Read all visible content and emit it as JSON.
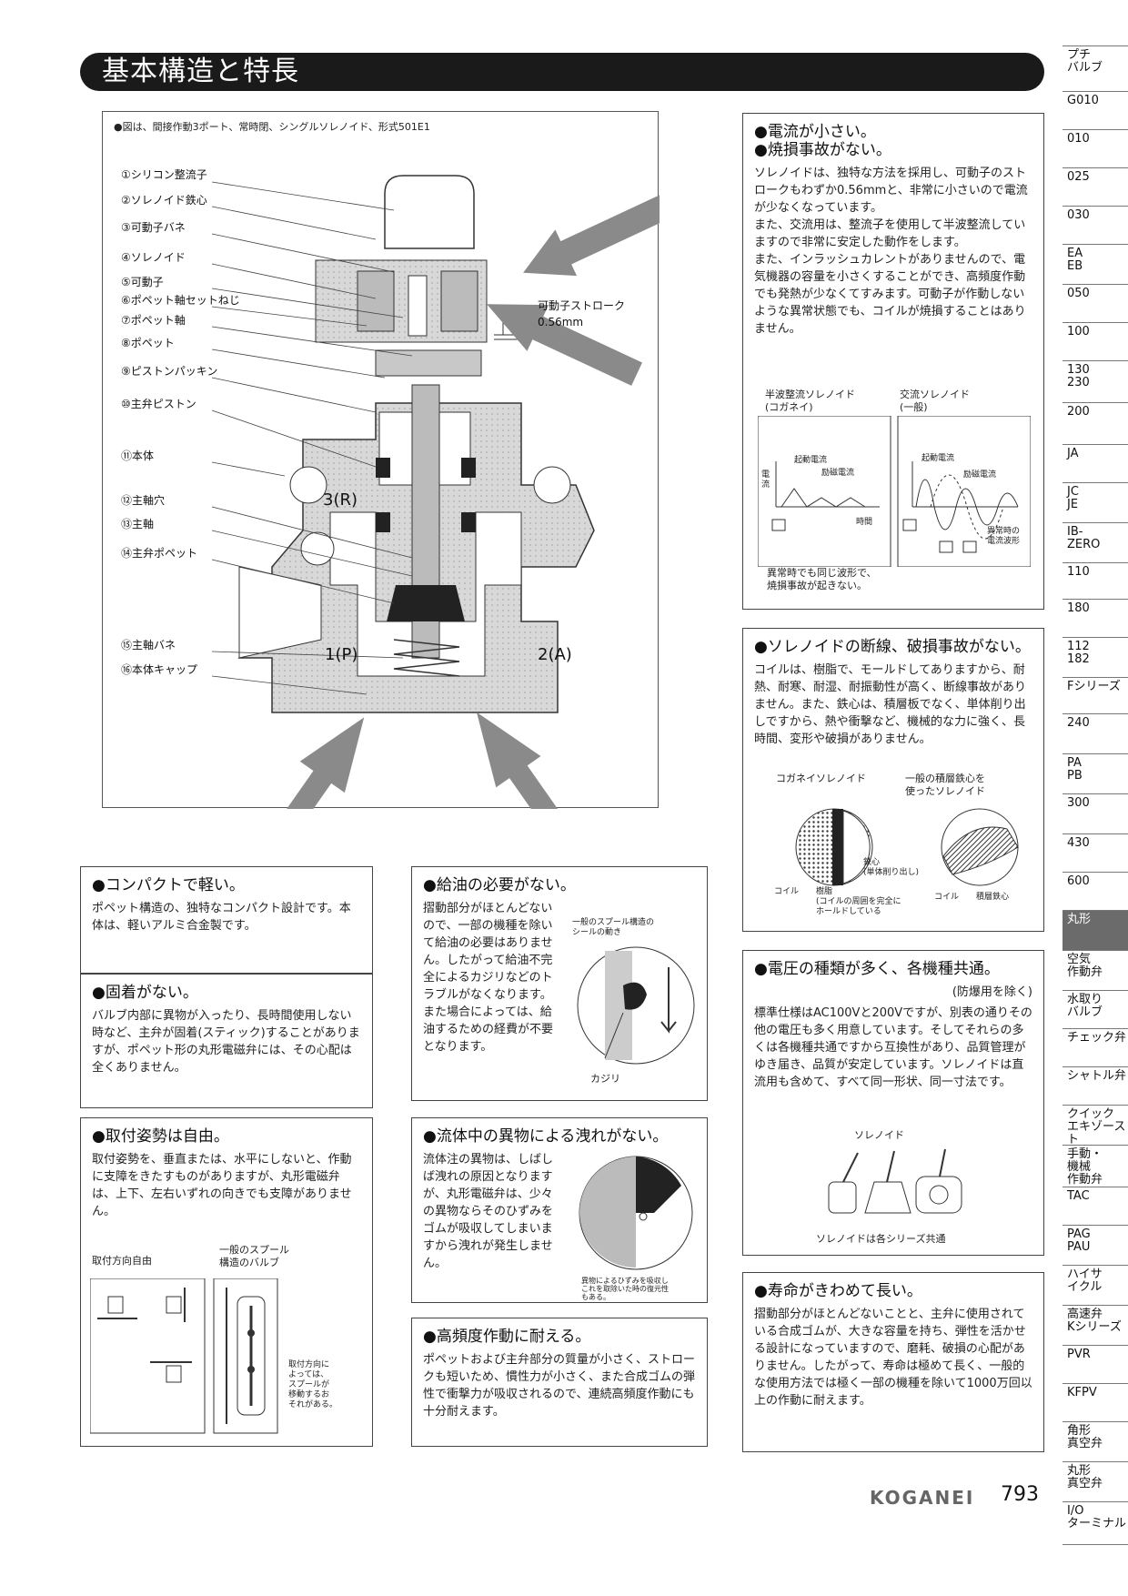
{
  "page": {
    "title": "基本構造と特長",
    "brand": "KOGANEI",
    "page_number": "793"
  },
  "side_tabs": [
    {
      "label": "プチ\nバルブ",
      "active": false
    },
    {
      "label": "G010",
      "active": false
    },
    {
      "label": "010",
      "active": false
    },
    {
      "label": "025",
      "active": false
    },
    {
      "label": "030",
      "active": false
    },
    {
      "label": "EA\nEB",
      "active": false
    },
    {
      "label": "050",
      "active": false
    },
    {
      "label": "100",
      "active": false
    },
    {
      "label": "130\n230",
      "active": false
    },
    {
      "label": "200",
      "active": false
    },
    {
      "label": "JA",
      "active": false
    },
    {
      "label": "JC\nJE",
      "active": false
    },
    {
      "label": "IB-\nZERO",
      "active": false
    },
    {
      "label": "110",
      "active": false
    },
    {
      "label": "180",
      "active": false
    },
    {
      "label": "112\n182",
      "active": false
    },
    {
      "label": "Fシリーズ",
      "active": false
    },
    {
      "label": "240",
      "active": false
    },
    {
      "label": "PA\nPB",
      "active": false
    },
    {
      "label": "300",
      "active": false
    },
    {
      "label": "430",
      "active": false
    },
    {
      "label": "600",
      "active": false
    },
    {
      "label": "丸形",
      "active": true
    },
    {
      "label": "空気\n作動弁",
      "active": false
    },
    {
      "label": "水取り\nバルブ",
      "active": false
    },
    {
      "label": "チェック弁",
      "active": false
    },
    {
      "label": "シャトル弁",
      "active": false
    },
    {
      "label": "クイック\nエキゾースト",
      "active": false
    },
    {
      "label": "手動・\n機械\n作動弁",
      "active": false
    },
    {
      "label": "TAC",
      "active": false
    },
    {
      "label": "PAG\nPAU",
      "active": false
    },
    {
      "label": "ハイサ\nイクル",
      "active": false
    },
    {
      "label": "高速弁\nKシリーズ",
      "active": false
    },
    {
      "label": "PVR",
      "active": false
    },
    {
      "label": "KFPV",
      "active": false
    },
    {
      "label": "角形\n真空弁",
      "active": false
    },
    {
      "label": "丸形\n真空弁",
      "active": false
    },
    {
      "label": "I/O\nターミナル",
      "active": false
    }
  ],
  "diagram": {
    "caption": "●図は、間接作動3ポート、常時閉、シングルソレノイド、形式501E1",
    "parts": [
      "①シリコン整流子",
      "②ソレノイド鉄心",
      "③可動子バネ",
      "④ソレノイド",
      "⑤可動子",
      "⑥ポペット軸セットねじ",
      "⑦ポペット軸",
      "⑧ポペット",
      "⑨ピストンパッキン",
      "⑩主弁ピストン",
      "⑪本体",
      "⑫主軸穴",
      "⑬主軸",
      "⑭主弁ポペット",
      "⑮主軸バネ",
      "⑯本体キャップ"
    ],
    "stroke_label": "可動子ストローク",
    "stroke_value": "0.56mm",
    "port_r": "3(R)",
    "port_p": "1(P)",
    "port_a": "2(A)"
  },
  "features": {
    "current": {
      "title_1": "●電流が小さい。",
      "title_2": "●焼損事故がない。",
      "text": "ソレノイドは、独特な方法を採用し、可動子のストロークもわずか0.56mmと、非常に小さいので電流が少なくなっています。\nまた、交流用は、整流子を使用して半波整流していますので非常に安定した動作をします。\nまた、インラッシュカレントがありませんので、電気機器の容量を小さくすることができ、高頻度作動でも発熱が少なくてすみます。可動子が作動しないような異常状態でも、コイルが焼損することはありません。",
      "fig_left_title": "半波整流ソレノイド\n(コガネイ)",
      "fig_right_title": "交流ソレノイド\n(一般)",
      "fig_left_startup": "起動電流",
      "fig_left_exciting": "励磁電流",
      "fig_left_axis_y": "電\n流",
      "fig_left_axis_x": "時間",
      "fig_right_startup": "起動電流",
      "fig_right_exciting": "励磁電流",
      "fig_right_abnormal": "異常時の\n電流波形",
      "fig_note": "異常時でも同じ波形で、\n焼損事故が起きない。"
    },
    "wire": {
      "title": "●ソレノイドの断線、破損事故がない。",
      "text": "コイルは、樹脂で、モールドしてありますから、耐熱、耐寒、耐湿、耐振動性が高く、断線事故がありません。また、鉄心は、積層板でなく、単体削り出しですから、熱や衝撃など、機械的な力に強く、長時間、変形や破損がありません。",
      "fig_left_title": "コガネイソレノイド",
      "fig_right_title": "一般の積層鉄心を\n使ったソレノイド",
      "lbl_core": "鉄心\n(単体削り出し)",
      "lbl_coil_l": "コイル",
      "lbl_resin": "樹脂\n(コイルの周囲を完全に\nホールドしている",
      "lbl_coil_r": "コイル",
      "lbl_laminated": "積層鉄心"
    },
    "voltage": {
      "title": "●電圧の種類が多く、各機種共通。",
      "subtitle": "(防爆用を除く)",
      "text": "標準仕様はAC100Vと200Vですが、別表の通りその他の電圧も多く用意しています。そしてそれらの多くは各機種共通ですから互換性があり、品質管理がゆき届き、品質が安定しています。ソレノイドは直流用も含めて、すべて同一形状、同一寸法です。",
      "fig_label": "ソレノイド",
      "fig_caption": "ソレノイドは各シリーズ共通"
    },
    "life": {
      "title": "●寿命がきわめて長い。",
      "text": "摺動部分がほとんどないことと、主弁に使用されている合成ゴムが、大きな容量を持ち、弾性を活かせる設計になっていますので、磨耗、破損の心配がありません。したがって、寿命は極めて長く、一般的な使用方法では極く一部の機種を除いて1000万回以上の作動に耐えます。"
    },
    "compact": {
      "title": "●コンパクトで軽い。",
      "text": "ポペット構造の、独特なコンパクト設計です。本体は、軽いアルミ合金製です。"
    },
    "stick": {
      "title": "●固着がない。",
      "text": "バルブ内部に異物が入ったり、長時間使用しない時など、主弁が固着(スティック)することがありますが、ポペット形の丸形電磁弁には、その心配は全くありません。"
    },
    "mount": {
      "title": "●取付姿勢は自由。",
      "text": "取付姿勢を、垂直または、水平にしないと、作動に支障をきたすものがありますが、丸形電磁弁は、上下、左右いずれの向きでも支障がありません。",
      "fig_left_title": "取付方向自由",
      "fig_right_title": "一般のスプール\n構造のバルブ",
      "fig_note": "取付方向に\nよっては、\nスプールが\n移動するお\nそれがある。"
    },
    "oil": {
      "title": "●給油の必要がない。",
      "text": "摺動部分がほとんどないので、一部の機種を除いて給油の必要はありません。したがって給油不完全によるカジリなどのトラブルがなくなります。また場合によっては、給油するための経費が不要となります。",
      "fig_title": "一般のスプール構造の\nシールの動き",
      "fig_label": "カジリ"
    },
    "foreign": {
      "title": "●流体中の異物による洩れがない。",
      "text": "流体注の異物は、しばしば洩れの原因となりますが、丸形電磁弁は、少々の異物ならそのひずみをゴムが吸収してしまいますから洩れが発生しません。",
      "fig_note": "異物によるひずみを吸収し\nこれを取除いた時の復元性\nもある。"
    },
    "freq": {
      "title": "●高頻度作動に耐える。",
      "text": "ポペットおよび主弁部分の質量が小さく、ストロークも短いため、慣性力が小さく、また合成ゴムの弾性で衝撃力が吸収されるので、連続高頻度作動にも十分耐えます。"
    }
  }
}
